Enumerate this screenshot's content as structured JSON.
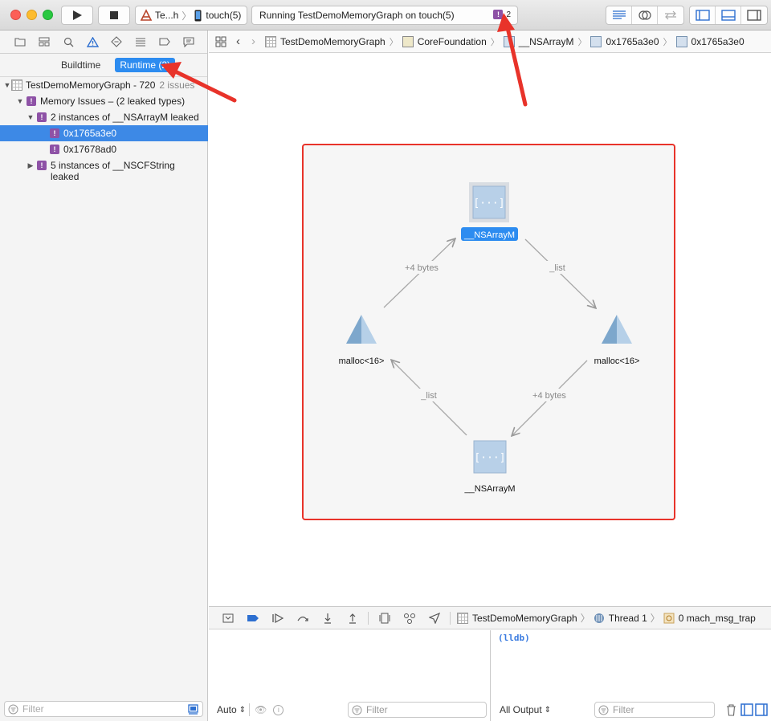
{
  "toolbar": {
    "scheme_name": "Te...h",
    "device_name": "touch(5)",
    "status_text": "Running TestDemoMemoryGraph on touch(5)",
    "issue_count": "2"
  },
  "navigator": {
    "tabs": [
      {
        "label": "Buildtime",
        "active": false
      },
      {
        "label": "Runtime (2)",
        "active": true
      }
    ],
    "tree": {
      "project": "TestDemoMemoryGraph - 720",
      "project_issues": "2 issues",
      "group": "Memory Issues – (2 leaked types)",
      "item1": "2 instances of __NSArrayM leaked",
      "item1_child1": "0x1765a3e0",
      "item1_child2": "0x17678ad0",
      "item2_line1": "5 instances of __NSCFString",
      "item2_line2": "leaked"
    },
    "filter_placeholder": "Filter"
  },
  "jumpbar": {
    "items": [
      "TestDemoMemoryGraph",
      "CoreFoundation",
      "__NSArrayM",
      "0x1765a3e0",
      "0x1765a3e0"
    ]
  },
  "graph": {
    "top_node": "__NSArrayM",
    "left_node": "malloc<16>",
    "right_node": "malloc<16>",
    "bottom_node": "__NSArrayM",
    "edge_left_up": "+4 bytes",
    "edge_right_down": "_list",
    "edge_bottom_left": "_list",
    "edge_right_bottom": "+4 bytes"
  },
  "debugbar": {
    "path": [
      "TestDemoMemoryGraph",
      "Thread 1",
      "0 mach_msg_trap"
    ]
  },
  "console": {
    "prompt": "(lldb)",
    "left_mode": "Auto",
    "right_mode": "All Output",
    "filter_placeholder": "Filter"
  },
  "colors": {
    "accent": "#3d89e6",
    "issue": "#8e52a6",
    "highlight": "#e8332a"
  }
}
